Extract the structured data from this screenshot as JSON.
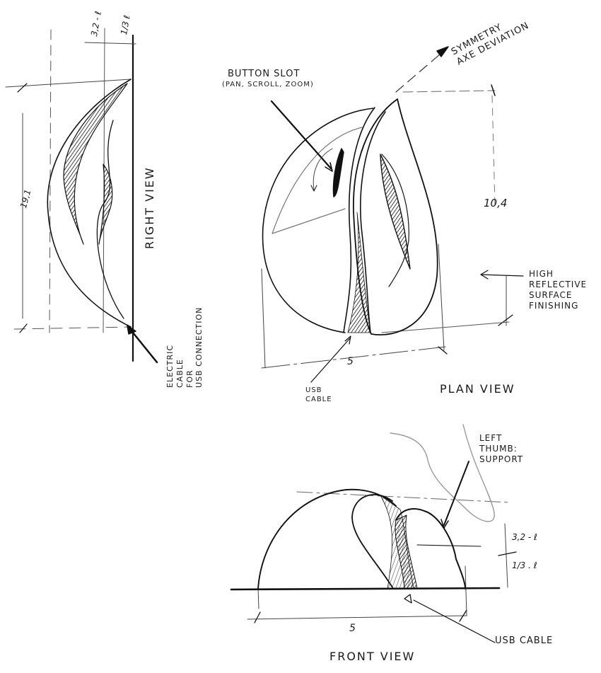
{
  "drawing": {
    "type": "hand-drawn product design sketch",
    "subject": "ergonomic mouse / controller, multi-view orthographic sketch",
    "stroke_color": "#111111",
    "background": "#ffffff"
  },
  "right_view": {
    "title": "RIGHT VIEW",
    "dimension_height": "19,1",
    "dimension_top_a": "3,2 - ℓ",
    "dimension_top_b": "1/3 ℓ",
    "cable_note": "ELECTRIC\nCABLE\nFOR\nUSB CONNECTION"
  },
  "plan_view": {
    "title": "PLAN VIEW",
    "button_slot_label": "BUTTON SLOT",
    "button_slot_functions": "(PAN, SCROLL, ZOOM)",
    "symmetry_note": "SYMMETRY\nAXE DEVIATION",
    "dimension_height": "10,4",
    "dimension_width": "5",
    "surface_note": "HIGH\nREFLECTIVE\nSURFACE\nFINISHING",
    "cable_label": "USB\nCABLE"
  },
  "front_view": {
    "title": "FRONT VIEW",
    "thumb_note": "LEFT\nTHUMB:\nSUPPORT",
    "dimension_top": "3,2 - ℓ",
    "dimension_side": "1/3 . ℓ",
    "dimension_width": "5",
    "cable_label": "USB CABLE"
  }
}
